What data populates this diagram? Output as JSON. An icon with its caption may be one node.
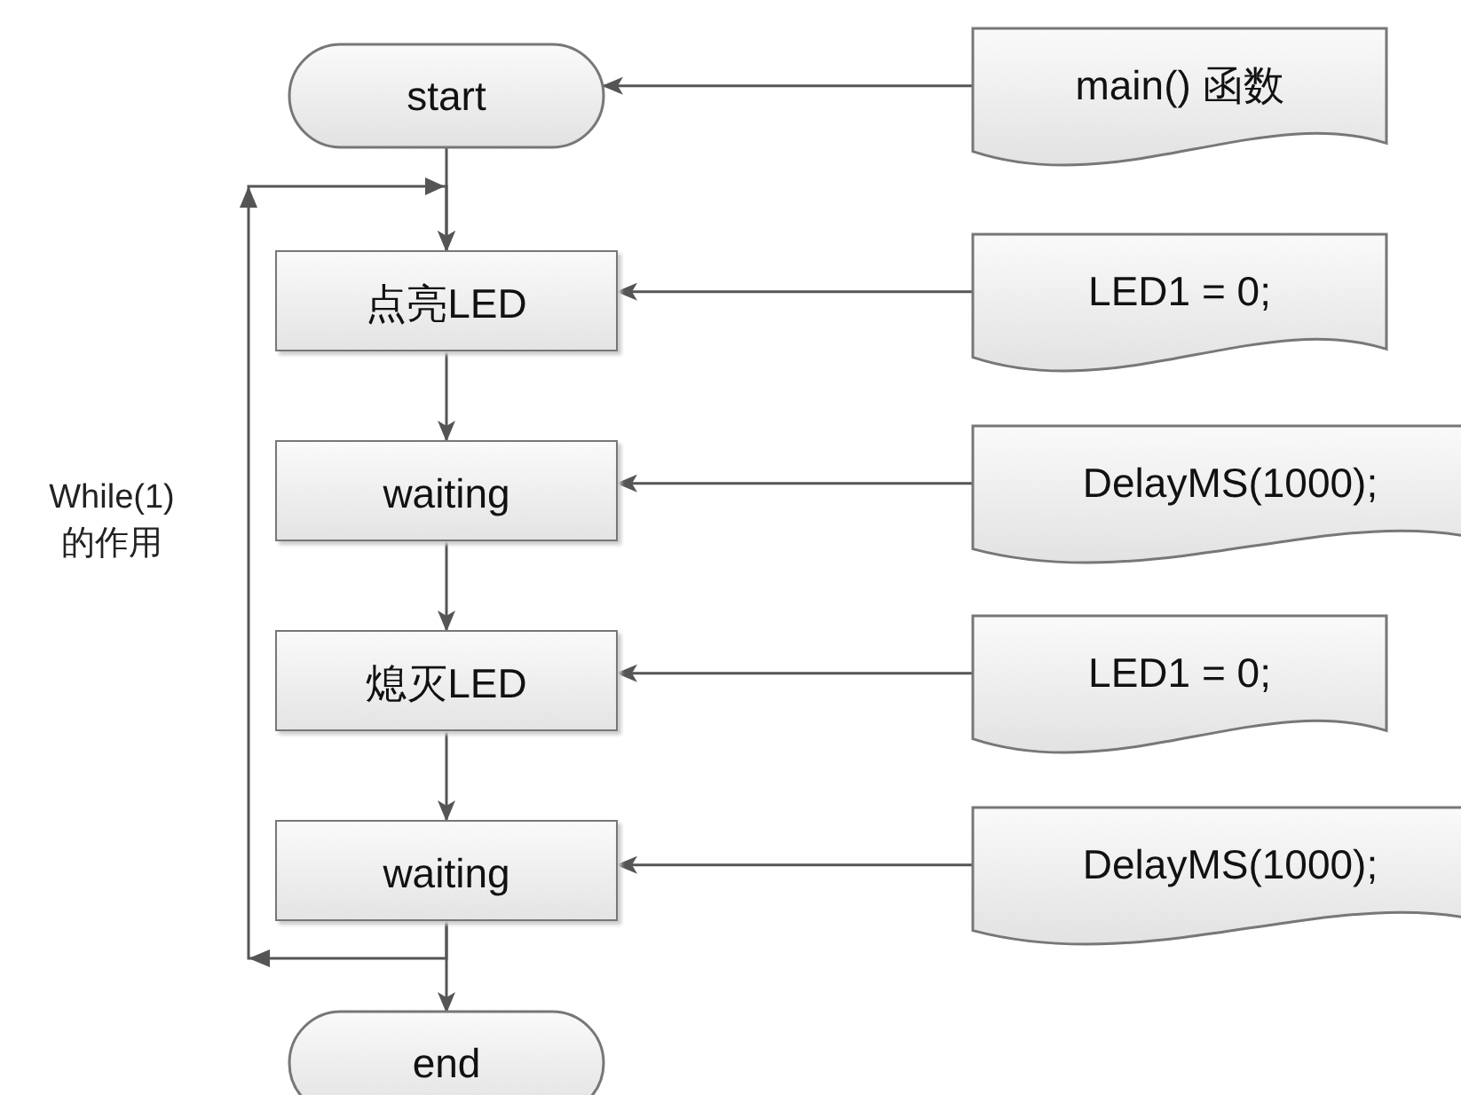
{
  "diagram": {
    "nodes": [
      {
        "text": [
          "start"
        ]
      },
      {
        "text": [
          "点亮LED"
        ]
      },
      {
        "text": [
          "waiting"
        ]
      },
      {
        "text": [
          "熄灭LED"
        ]
      },
      {
        "text": [
          "waiting"
        ]
      },
      {
        "text": [
          "end"
        ]
      },
      {
        "text": [
          "main() 函数"
        ]
      },
      {
        "text": [
          "LED1 = 0;"
        ]
      },
      {
        "text": [
          "DelayMS(1000);"
        ]
      },
      {
        "text": [
          "LED1 = 0;"
        ]
      },
      {
        "text": [
          "DelayMS(1000);"
        ]
      }
    ],
    "edges": [
      {
        "from": 0,
        "to": 1,
        "arrow": "to"
      },
      {
        "from": 1,
        "to": 2,
        "arrow": "to"
      },
      {
        "from": 2,
        "to": 3,
        "arrow": "to"
      },
      {
        "from": 3,
        "to": 4,
        "arrow": "to"
      },
      {
        "from": 4,
        "to": 5,
        "arrow": "to"
      },
      {
        "from": 6,
        "to": 0,
        "arrow": "to"
      },
      {
        "from": 7,
        "to": 1,
        "arrow": "to"
      },
      {
        "from": 8,
        "to": 2,
        "arrow": "to"
      },
      {
        "from": 9,
        "to": 3,
        "arrow": "to"
      },
      {
        "from": 10,
        "to": 4,
        "arrow": "to"
      },
      {
        "from": 4,
        "to": 1,
        "arrow": "to"
      }
    ],
    "labels": [
      "While(1) 的作用"
    ]
  }
}
